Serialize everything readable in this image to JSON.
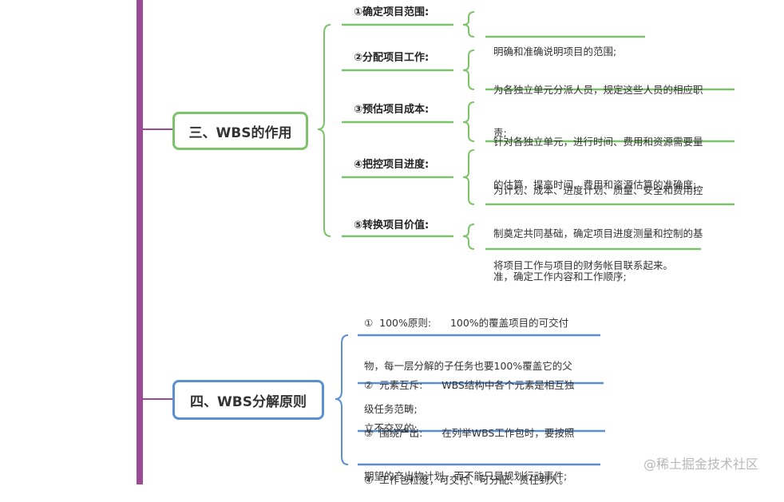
{
  "colors": {
    "trunk": "#9b4a95",
    "green": "#7cc36a",
    "blue": "#5b8fd1",
    "connector": "#9b4a95"
  },
  "sections": [
    {
      "title": "三、WBS的作用",
      "items": [
        {
          "label": "①确定项目范围:",
          "desc": [
            "明确和准确说明项目的范围;"
          ]
        },
        {
          "label": "②分配项目工作:",
          "desc": [
            "为各独立单元分派人员，规定这些人员的相应职",
            "责;"
          ]
        },
        {
          "label": "③预估项目成本:",
          "desc": [
            "针对各独立单元，进行时间、费用和资源需要量",
            "的估算，提高时间、费用和资源估算的准确度;"
          ]
        },
        {
          "label": "④把控项目进度:",
          "desc": [
            "为计划、成本、进度计划、质量、安全和费用控",
            "制奠定共同基础，确定项目进度测量和控制的基",
            "准，确定工作内容和工作顺序;"
          ]
        },
        {
          "label": "⑤转换项目价值:",
          "desc": [
            "将项目工作与项目的财务帐目联系起来。"
          ]
        }
      ]
    },
    {
      "title": "四、WBS分解原则",
      "items": [
        {
          "desc": [
            "①  100%原则:      100%的覆盖项目的可交付",
            "物，每一层分解的子任务也要100%覆盖它的父",
            "级任务范畴;"
          ]
        },
        {
          "desc": [
            "②  元素互斥:      WBS结构中各个元素是相互独",
            "立不交叉的;"
          ]
        },
        {
          "desc": [
            "③  围绕产出:      在列举WBS工作包时，要按照",
            "期望的产出物计划，而不能只是规划行动事件;"
          ]
        },
        {
          "desc": [
            "④  工作包粒度，可交付、可分配、责任到人。"
          ]
        }
      ]
    }
  ],
  "watermark": "@稀土掘金技术社区"
}
